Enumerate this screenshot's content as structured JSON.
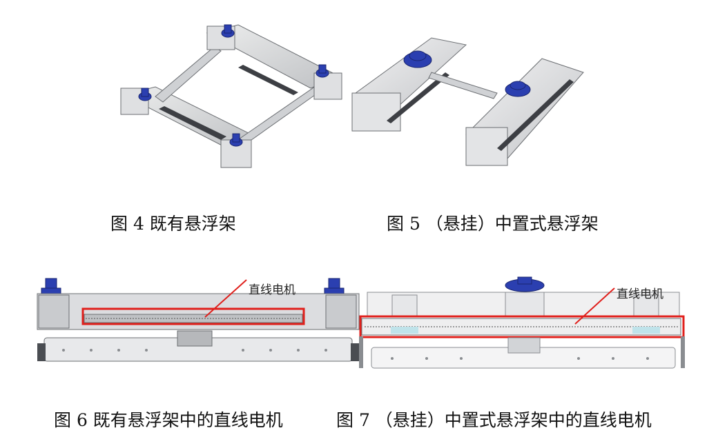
{
  "figures": {
    "fig4": {
      "caption": "图 4  既有悬浮架"
    },
    "fig5": {
      "caption": "图 5  （悬挂）中置式悬浮架"
    },
    "fig6": {
      "caption": "图 6  既有悬浮架中的直线电机",
      "annotation": "直线电机"
    },
    "fig7": {
      "caption": "图 7  （悬挂）中置式悬浮架中的直线电机",
      "annotation": "直线电机"
    }
  },
  "colors": {
    "highlight_box": "#e0201c",
    "actuator_blue": "#2b3fb0",
    "frame_gray": "#d8d9db",
    "outline": "#6b6e72"
  }
}
